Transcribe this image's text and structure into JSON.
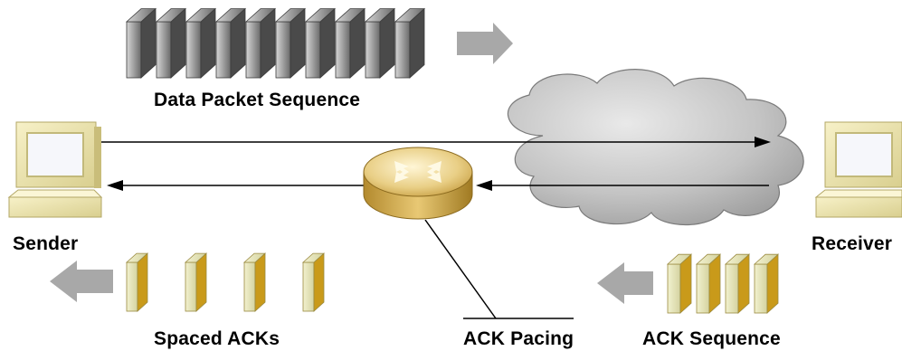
{
  "labels": {
    "data_packet_sequence": "Data Packet Sequence",
    "sender": "Sender",
    "receiver": "Receiver",
    "spaced_acks": "Spaced ACKs",
    "ack_pacing": "ACK Pacing",
    "ack_sequence": "ACK Sequence"
  },
  "counts": {
    "data_packets": 10,
    "spaced_acks": 4,
    "ack_sequence_packets": 4
  },
  "colors": {
    "packet_gray_light": "#bdbdbd",
    "packet_gray_dark": "#4a4a4a",
    "ack_yellow_light": "#e8e8bc",
    "ack_yellow_dark": "#c99a1a",
    "arrow_gray": "#a8a8a8",
    "cloud_fill": "#c9c9c9",
    "computer_cream": "#f0e9b6",
    "router_gold": "#d8b25a"
  },
  "icons": {
    "sender": "computer-icon",
    "receiver": "computer-icon",
    "router": "router-icon",
    "network": "cloud-icon"
  }
}
